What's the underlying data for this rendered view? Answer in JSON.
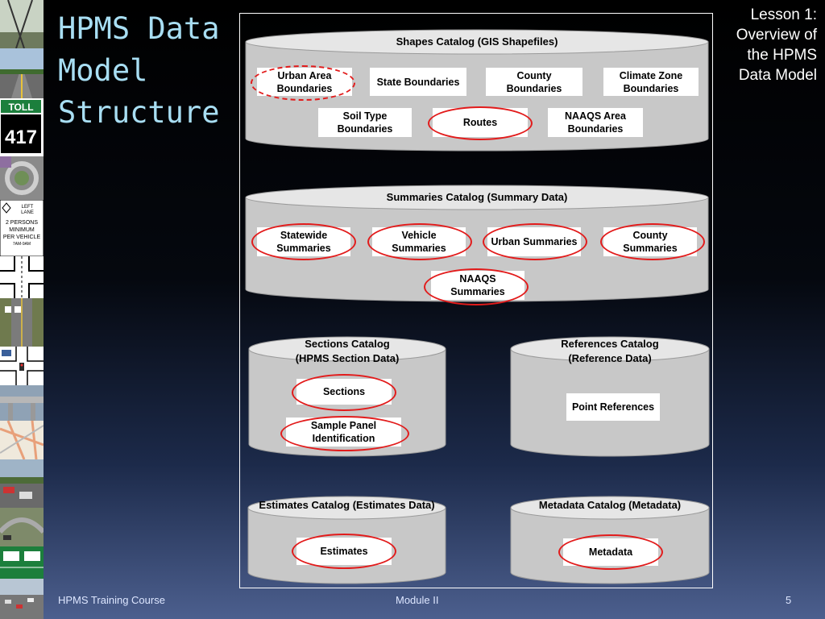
{
  "slide": {
    "title": "HPMS Data Model Structure",
    "lesson_lines": [
      "Lesson 1:",
      "Overview of",
      "the HPMS",
      "Data Model"
    ]
  },
  "catalogs": {
    "shapes": {
      "title": "Shapes Catalog (GIS Shapefiles)",
      "items": [
        "Urban Area Boundaries",
        "State Boundaries",
        "County Boundaries",
        "Climate Zone Boundaries",
        "Soil Type Boundaries",
        "Routes",
        "NAAQS Area Boundaries"
      ]
    },
    "summaries": {
      "title": "Summaries Catalog (Summary Data)",
      "items": [
        "Statewide Summaries",
        "Vehicle Summaries",
        "Urban Summaries",
        "County Summaries",
        "NAAQS Summaries"
      ]
    },
    "sections": {
      "title_lines": [
        "Sections Catalog",
        "(HPMS Section Data)"
      ],
      "items": [
        "Sections",
        "Sample Panel Identification"
      ]
    },
    "references": {
      "title_lines": [
        "References Catalog",
        "(Reference Data)"
      ],
      "items": [
        "Point References"
      ]
    },
    "estimates": {
      "title": "Estimates Catalog (Estimates Data)",
      "items": [
        "Estimates"
      ]
    },
    "metadata": {
      "title": "Metadata Catalog (Metadata)",
      "items": [
        "Metadata"
      ]
    }
  },
  "footer": {
    "course": "HPMS Training Course",
    "module": "Module II",
    "page": "5"
  },
  "colors": {
    "title": "#a8def3",
    "highlight": "#e21b1b",
    "cylinder_fill": "#c8c8c8",
    "cylinder_top": "#e6e6e6"
  }
}
